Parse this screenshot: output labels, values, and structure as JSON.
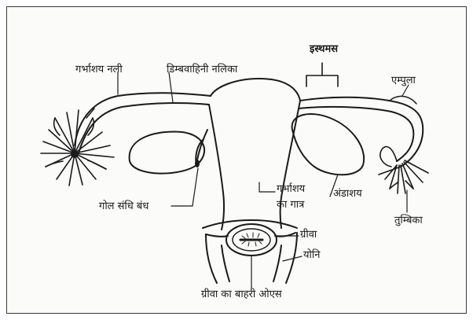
{
  "labels": {
    "uterine_tube_part": "गर्भाशय नली",
    "fallopian_tube": "डिम्बवाहिनी नलिका",
    "isthmus": "इस्थमस",
    "ampulla": "एम्पुला",
    "round_ligament": "गोल संधि बंध",
    "uterus_body_line1": "गर्भाशय",
    "uterus_body_line2": "का गात्र",
    "ovary": "अंडाशय",
    "infundibulum": "तुम्बिका",
    "cervix": "ग्रीवा",
    "vagina": "योनि",
    "external_os": "ग्रीवा का बाहरी ओएस"
  },
  "colors": {
    "ink": "#1a1a1a",
    "paper": "#fbfbfa",
    "border": "#3a3a3a"
  }
}
